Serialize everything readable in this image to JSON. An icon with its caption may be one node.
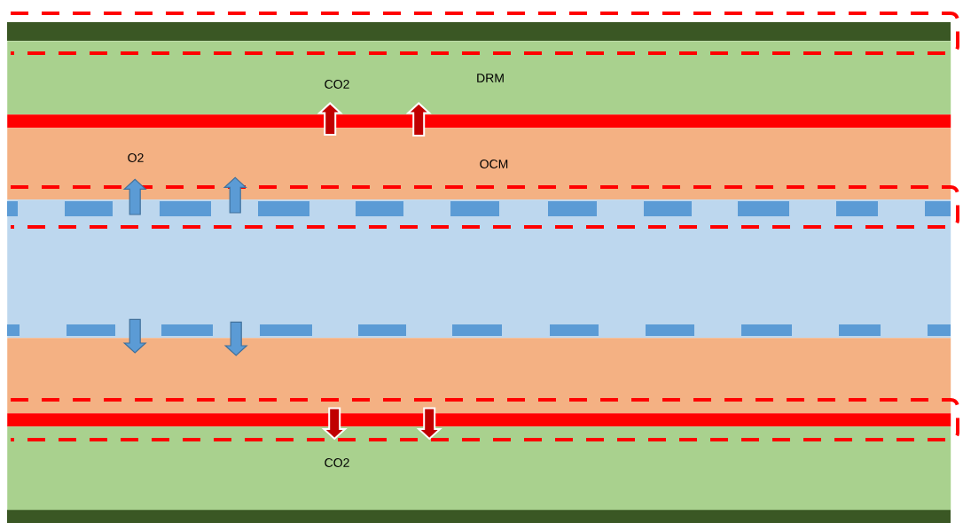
{
  "diagram": {
    "nodes": [
      {
        "text": [
          "DRM"
        ]
      },
      {
        "text": [],
        "shape": "bar"
      },
      {
        "text": [
          "OCM"
        ]
      },
      {
        "text": [],
        "shape": "bar"
      },
      {
        "text": [],
        "shape": "bar"
      },
      {
        "text": [],
        "shape": "bar"
      },
      {
        "text": [],
        "shape": "bar"
      }
    ],
    "edges": [
      {
        "from": 2,
        "to": 0,
        "arrow": "to",
        "color": "#c00000"
      },
      {
        "from": 2,
        "to": 0,
        "arrow": "to",
        "color": "#c00000"
      },
      {
        "from": 3,
        "to": 2,
        "arrow": "to"
      },
      {
        "from": 3,
        "to": 2,
        "arrow": "to"
      },
      {
        "from": 3,
        "to": 4,
        "arrow": "to"
      },
      {
        "from": 3,
        "to": 4,
        "arrow": "to"
      },
      {
        "from": 4,
        "to": 6,
        "arrow": "to",
        "color": "#c00000"
      },
      {
        "from": 4,
        "to": 6,
        "arrow": "to",
        "color": "#c00000"
      }
    ],
    "labels": [
      "CO2",
      "O2",
      "CO2"
    ]
  }
}
